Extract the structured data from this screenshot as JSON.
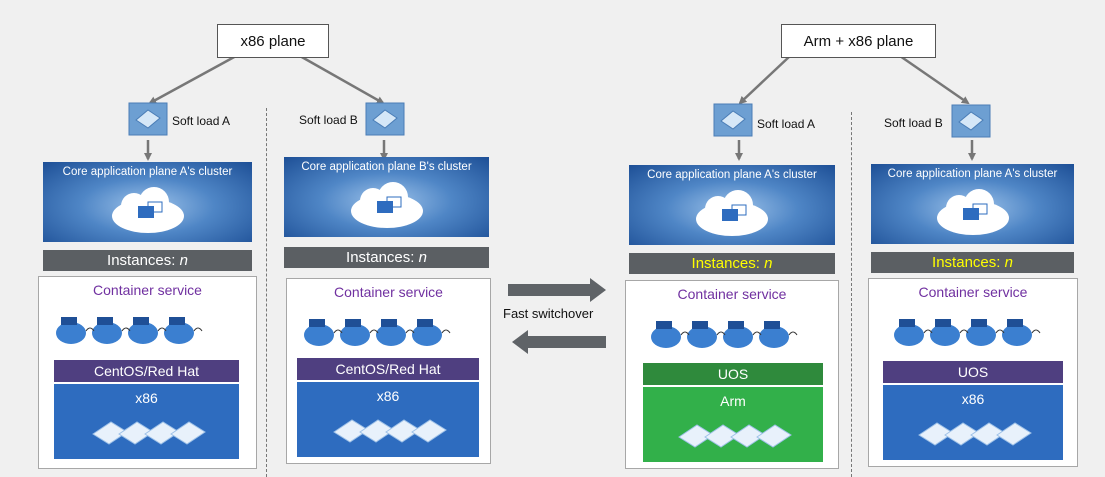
{
  "left_plane": {
    "label": "x86 plane"
  },
  "right_plane": {
    "label": "Arm + x86 plane"
  },
  "switch": {
    "label": "Fast switchover"
  },
  "columns": [
    {
      "soft_load": "Soft load A",
      "cluster_title": "Core application plane A's cluster",
      "instances_prefix": "Instances: ",
      "instances_n": "n",
      "service_title": "Container service",
      "os": "CentOS/Red Hat",
      "hardware": "x86"
    },
    {
      "soft_load": "Soft load B",
      "cluster_title": "Core application plane B's cluster",
      "instances_prefix": "Instances: ",
      "instances_n": "n",
      "service_title": "Container service",
      "os": "CentOS/Red Hat",
      "hardware": "x86"
    },
    {
      "soft_load": "Soft load A",
      "cluster_title": "Core application plane A's cluster",
      "instances_prefix": "Instances: ",
      "instances_n": "n",
      "service_title": "Container service",
      "os": "UOS",
      "hardware": "Arm"
    },
    {
      "soft_load": "Soft load B",
      "cluster_title": "Core application plane A's cluster",
      "instances_prefix": "Instances: ",
      "instances_n": "n",
      "service_title": "Container service",
      "os": "UOS",
      "hardware": "x86"
    }
  ],
  "colors": {
    "instances_text_left": "#ffffff",
    "instances_text_right": "#ffff00",
    "os_centos": "#4f3f80",
    "os_uos_arm": "#2f8a3c",
    "os_uos_x86": "#4f3f80",
    "hw_x86": "#2e6cbf",
    "hw_arm": "#32b04a"
  }
}
